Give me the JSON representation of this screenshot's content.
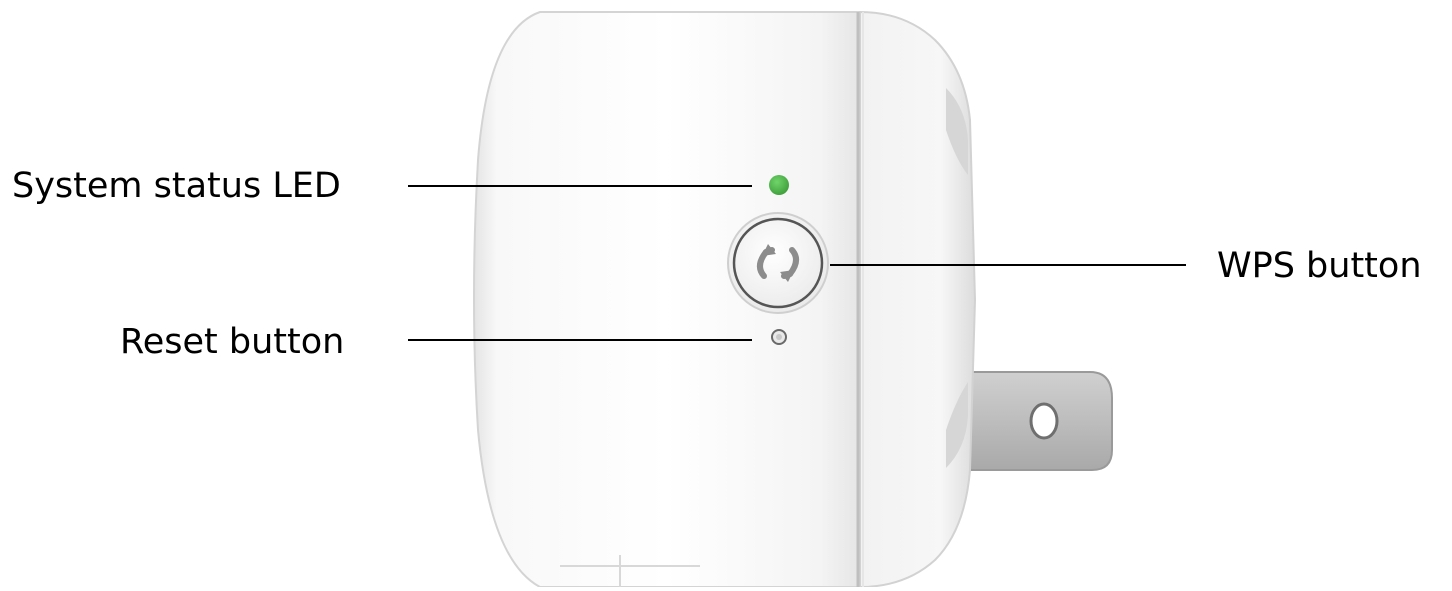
{
  "callouts": {
    "led": "System status LED",
    "reset": "Reset button",
    "wps": "WPS button"
  },
  "colors": {
    "led": "#44b341",
    "body": "#f1f1f1",
    "line": "#000000"
  },
  "icons": {
    "wps": "wps-sync-icon"
  }
}
